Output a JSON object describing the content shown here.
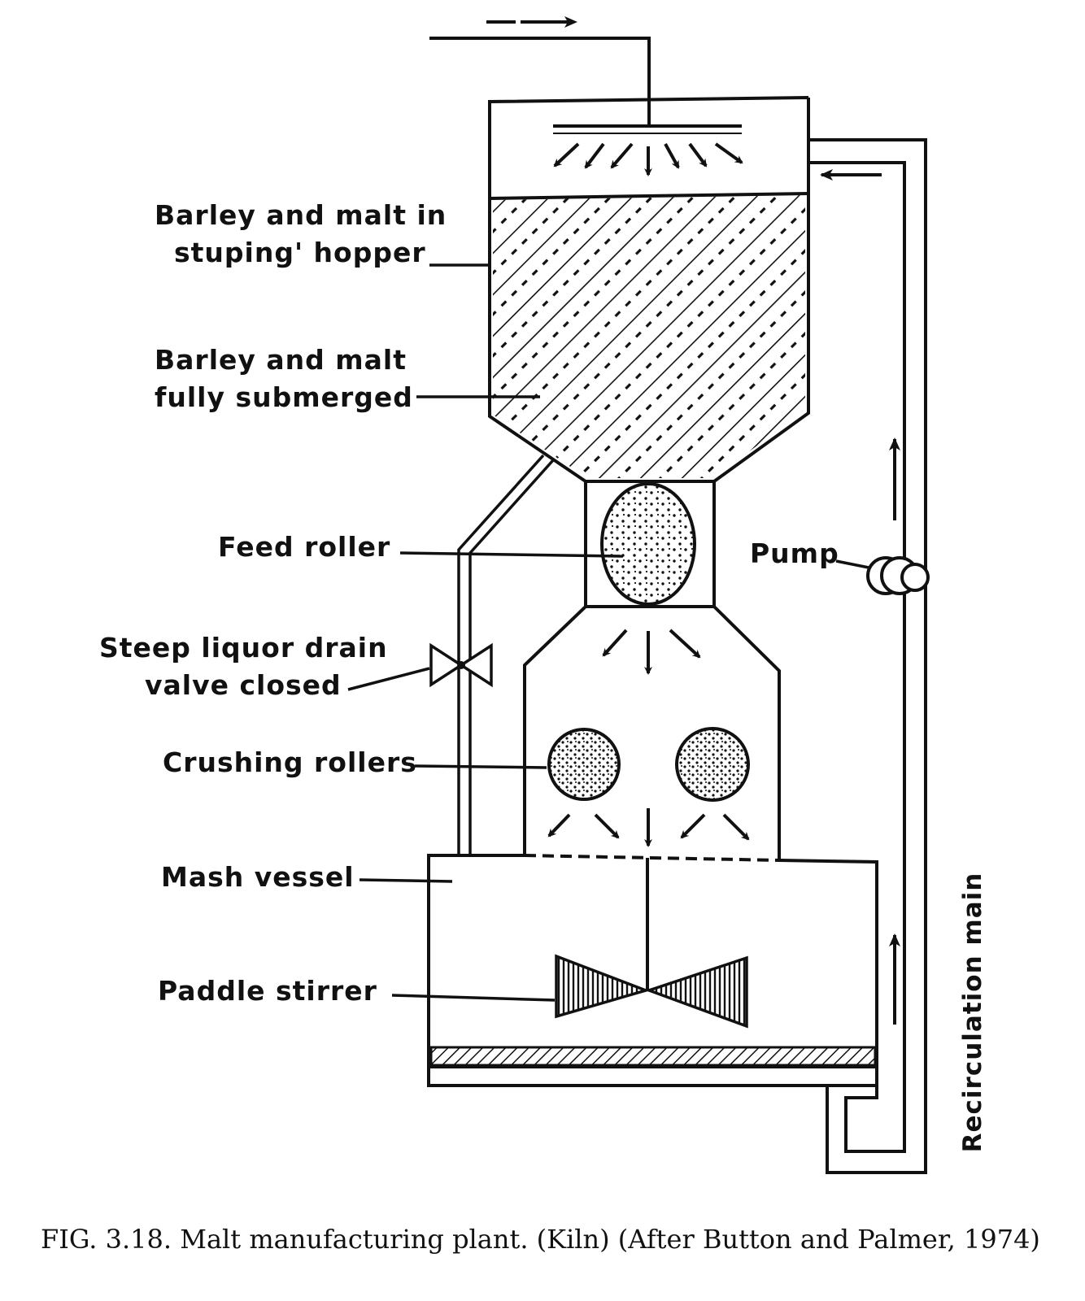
{
  "labels": {
    "hopper_line1": "Barley and malt in",
    "hopper_line2": "stuping' hopper",
    "submerged_line1": "Barley and malt",
    "submerged_line2": "fully submerged",
    "feed_roller": "Feed roller",
    "drain_line1": "Steep liquor drain",
    "drain_line2": "valve closed",
    "crushing_rollers": "Crushing rollers",
    "mash_vessel": "Mash vessel",
    "paddle_stirrer": "Paddle stirrer",
    "pump": "Pump",
    "recirculation_main": "Recirculation main"
  },
  "caption": "FIG. 3.18. Malt manufacturing plant. (Kiln) (After Button and Palmer, 1974)"
}
